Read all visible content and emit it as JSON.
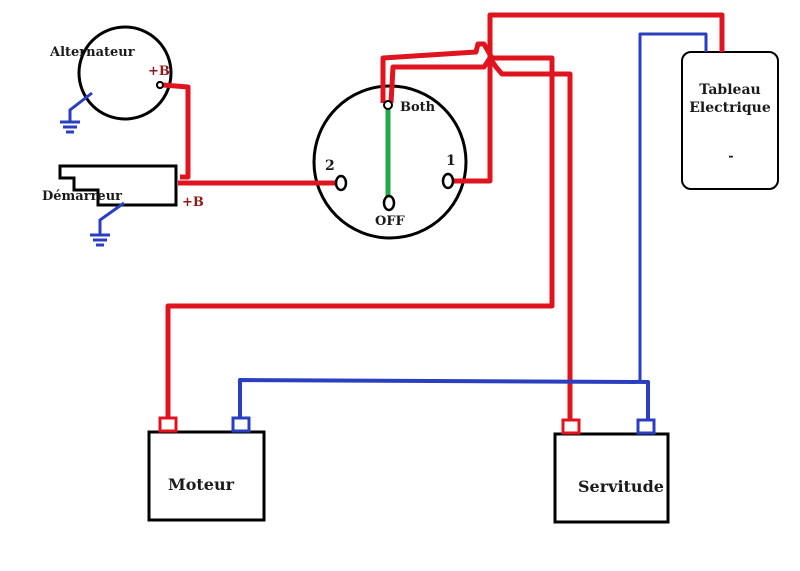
{
  "diagram": {
    "alternator": {
      "label": "Alternateur",
      "terminal": "+B"
    },
    "starter": {
      "label": "Démarreur",
      "terminal": "+B"
    },
    "switch": {
      "pos_both": "Both",
      "pos_1": "1",
      "pos_2": "2",
      "pos_off": "OFF"
    },
    "panel": {
      "line1": "Tableau",
      "line2": "Electrique",
      "terminal": "-"
    },
    "battery_engine": {
      "label": "Moteur"
    },
    "battery_service": {
      "label": "Servitude"
    }
  },
  "colors": {
    "positive_wire": "#e0141e",
    "negative_wire": "#2a3fbf",
    "switch_lever": "#22a84a",
    "ground": "#2a3fbf",
    "terminal_text": "#8b1a1a"
  }
}
